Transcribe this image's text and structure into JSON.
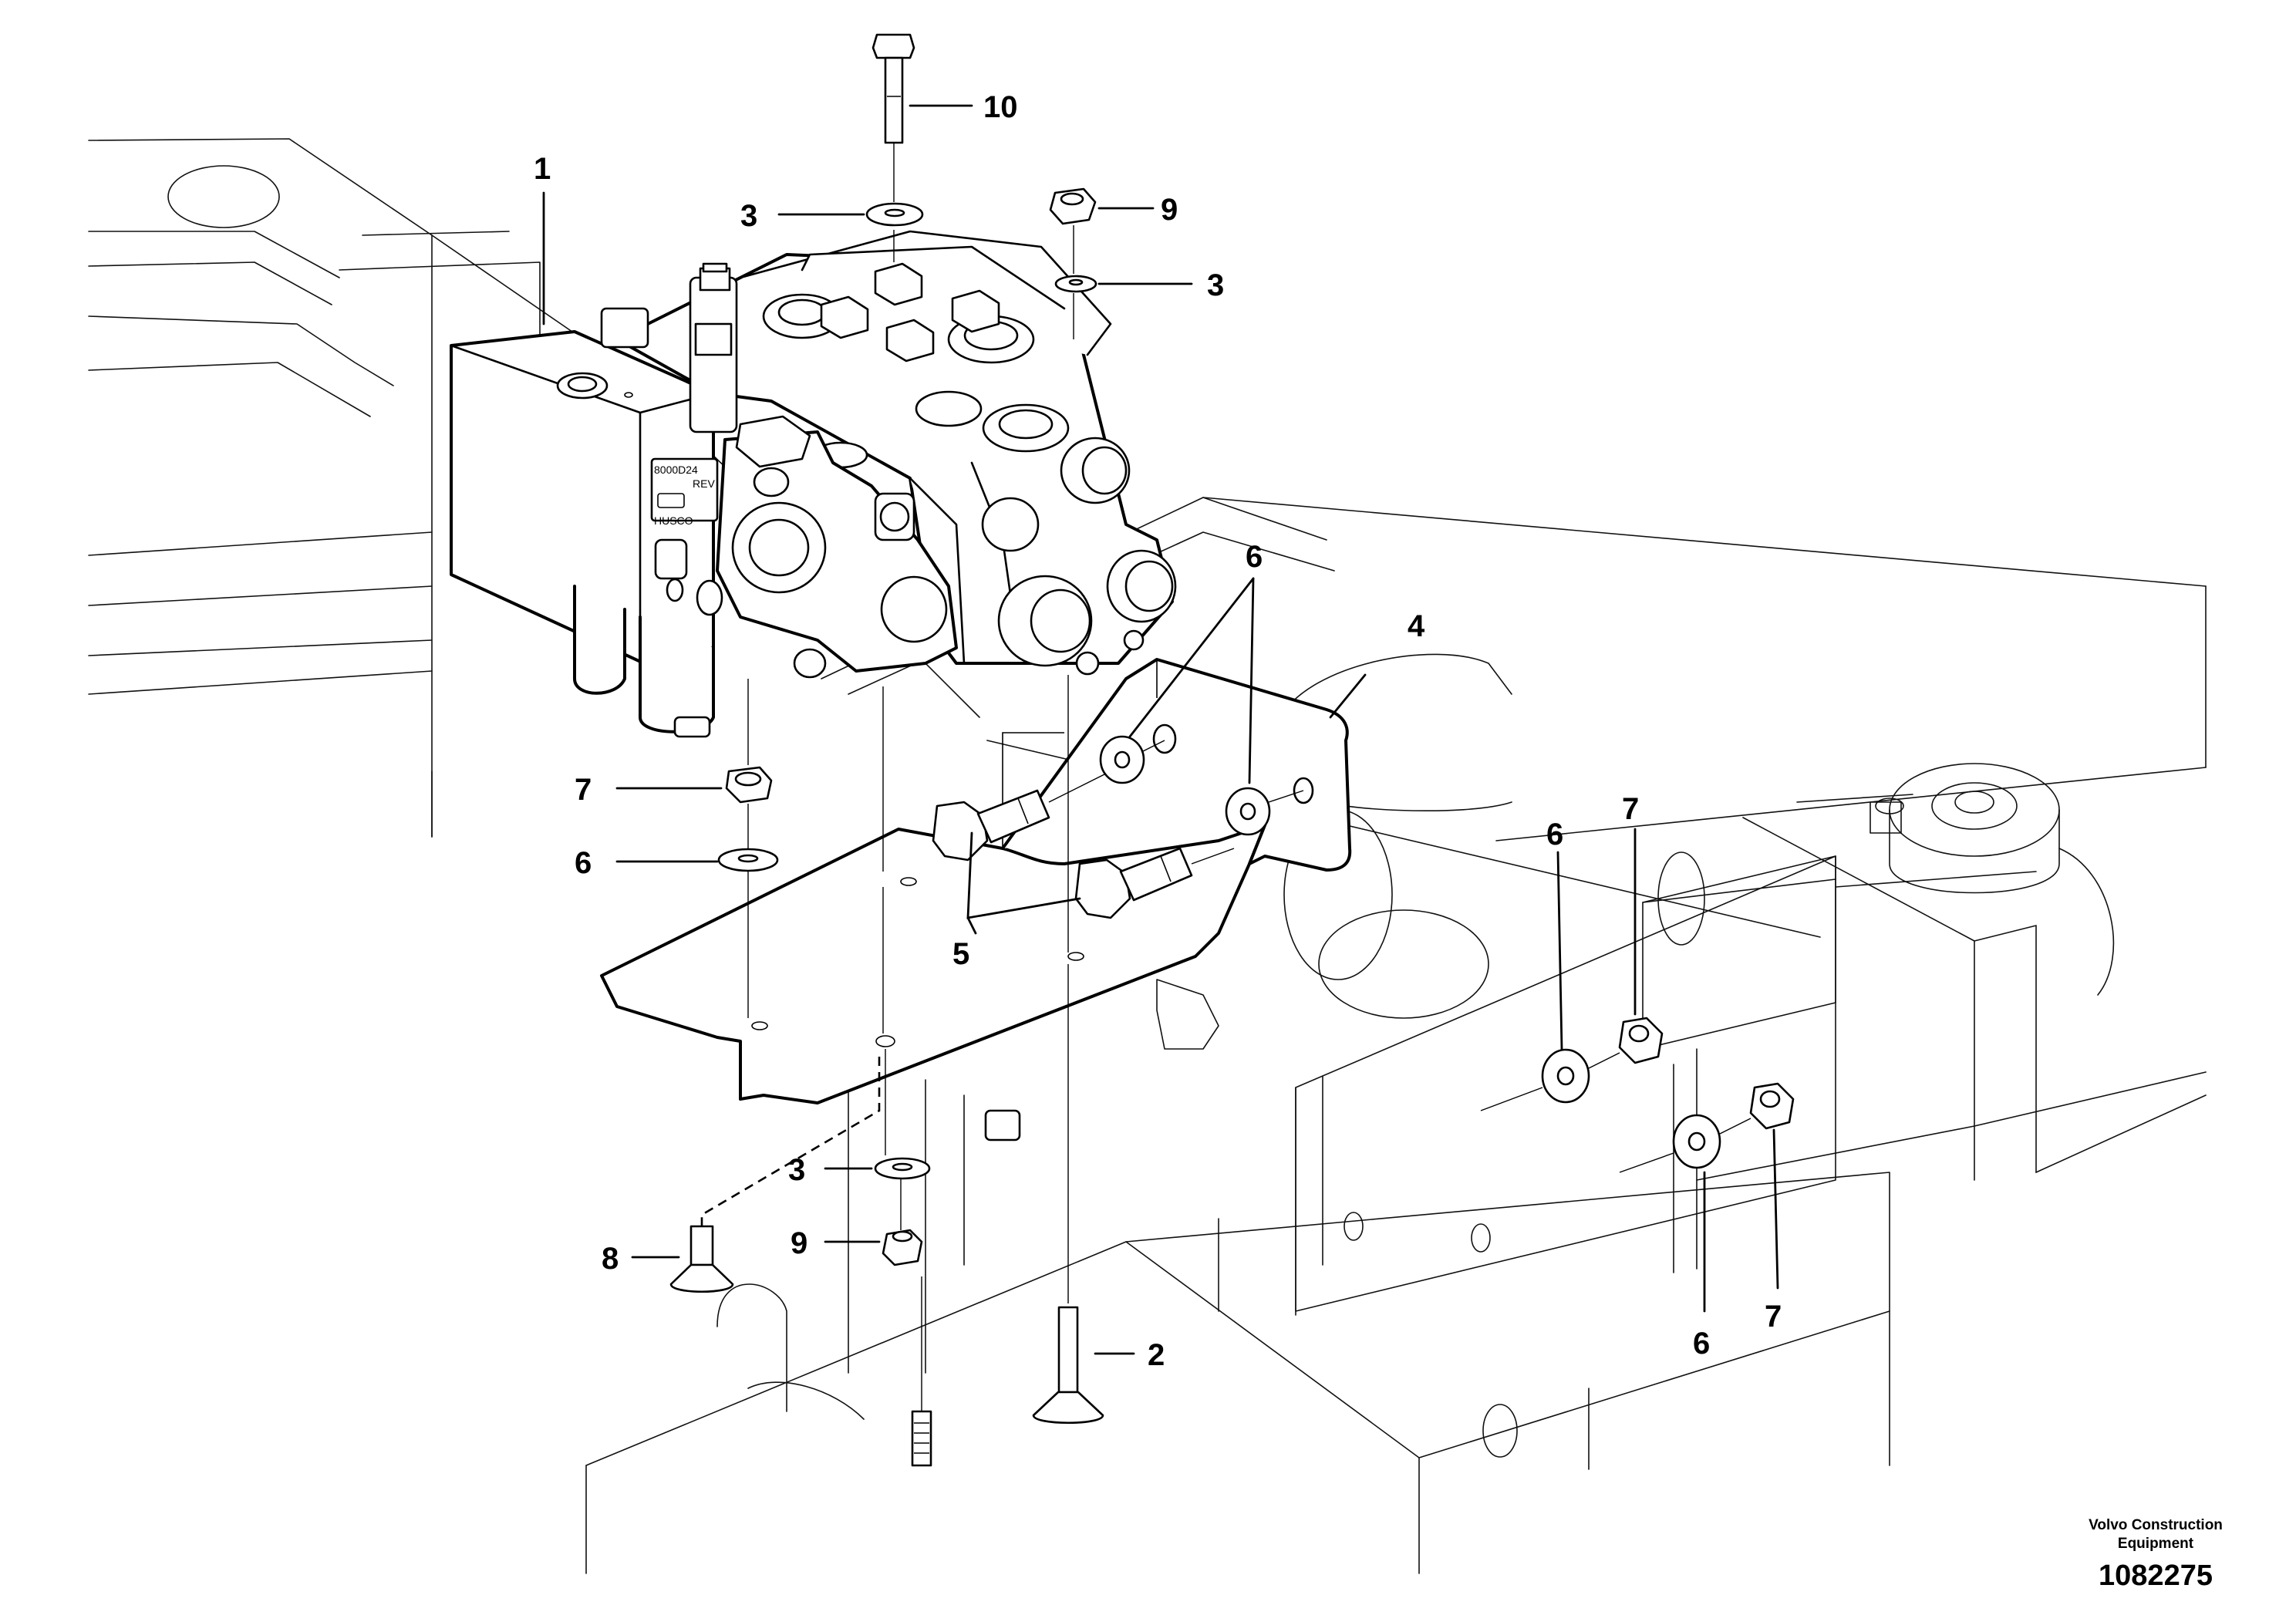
{
  "callouts": {
    "c1": "1",
    "c2": "2",
    "c3a": "3",
    "c3b": "3",
    "c3c": "3",
    "c4": "4",
    "c5": "5",
    "c6a": "6",
    "c6b": "6",
    "c6c": "6",
    "c6d": "6",
    "c7a": "7",
    "c7b": "7",
    "c7c": "7",
    "c8": "8",
    "c9a": "9",
    "c9b": "9",
    "c10": "10"
  },
  "valve_markings": {
    "model": "8000D24",
    "rev": "REV",
    "maker": "HUSCO"
  },
  "footer": {
    "brand_line1": "Volvo Construction",
    "brand_line2": "Equipment",
    "drawing_number": "1082275"
  }
}
